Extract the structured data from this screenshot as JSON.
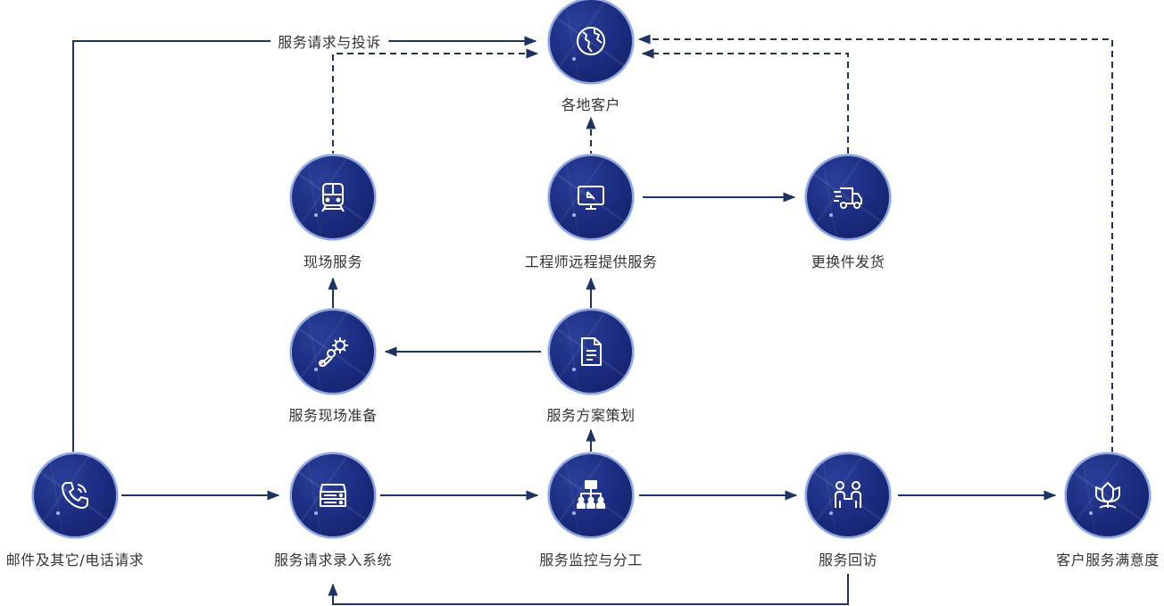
{
  "colors": {
    "line": "#1f3264",
    "node": "#1a2a7c",
    "text": "#333333"
  },
  "nodes": {
    "customers": {
      "label": "各地客户",
      "icon": "globe-icon"
    },
    "onsite_service": {
      "label": "现场服务",
      "icon": "train-icon"
    },
    "remote_service": {
      "label": "工程师远程提供服务",
      "icon": "monitor-icon"
    },
    "replace_ship": {
      "label": "更换件发货",
      "icon": "truck-icon"
    },
    "onsite_prep": {
      "label": "服务现场准备",
      "icon": "gears-icon"
    },
    "service_plan": {
      "label": "服务方案策划",
      "icon": "document-icon"
    },
    "request": {
      "label": "邮件及其它/电话请求",
      "icon": "phone-icon"
    },
    "entry_system": {
      "label": "服务请求录入系统",
      "icon": "server-icon"
    },
    "monitor_assign": {
      "label": "服务监控与分工",
      "icon": "org-chart-icon"
    },
    "follow_up": {
      "label": "服务回访",
      "icon": "people-icon"
    },
    "satisfaction": {
      "label": "客户服务满意度",
      "icon": "lotus-icon"
    }
  },
  "edges": {
    "complaint_label": "服务请求与投诉"
  }
}
